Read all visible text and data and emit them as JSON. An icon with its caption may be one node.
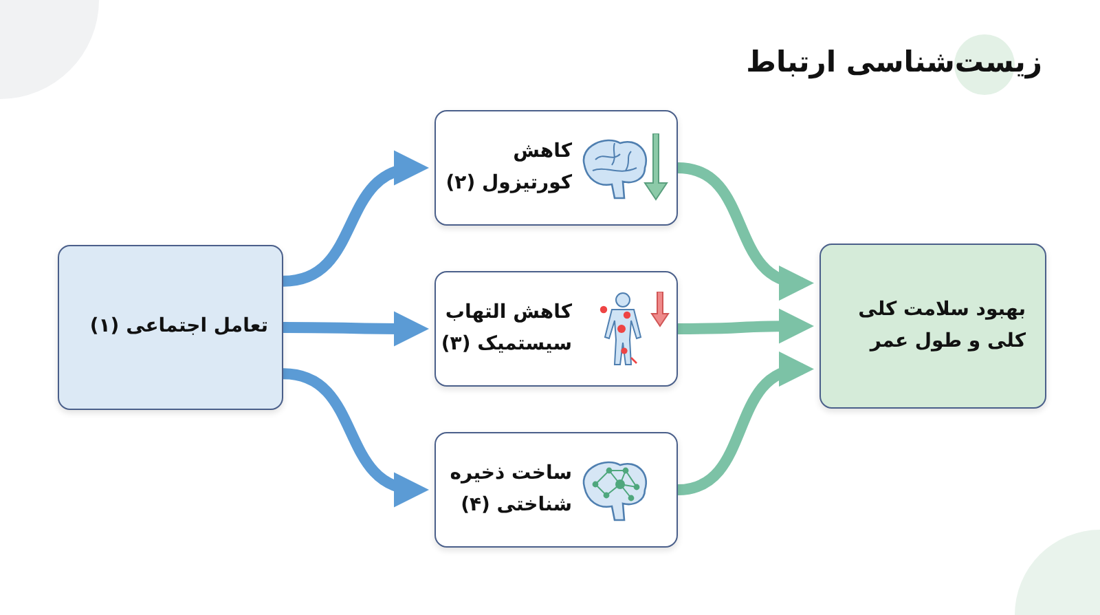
{
  "diagram": {
    "title": "زیست‌شناسی ارتباط",
    "nodes": [
      {
        "text": [
          "تعامل اجتماعی (۱)"
        ]
      },
      {
        "text": [
          "کاهش کورتیزول (۲)"
        ]
      },
      {
        "text": [
          "کاهش التهاب سیستمیک (۳)"
        ]
      },
      {
        "text": [
          "ساخت ذخیره شناختی (۴)"
        ]
      },
      {
        "text": [
          "بهبود سلامت کلی کلی و طول عمر"
        ]
      }
    ],
    "edges": [
      {
        "from": 0,
        "to": 1,
        "arrow": "to",
        "color": "#5b9bd5"
      },
      {
        "from": 0,
        "to": 2,
        "arrow": "to",
        "color": "#5b9bd5"
      },
      {
        "from": 0,
        "to": 3,
        "arrow": "to",
        "color": "#5b9bd5"
      },
      {
        "from": 1,
        "to": 4,
        "arrow": "to",
        "color": "#7cc2a6"
      },
      {
        "from": 2,
        "to": 4,
        "arrow": "to",
        "color": "#7cc2a6"
      },
      {
        "from": 3,
        "to": 4,
        "arrow": "to",
        "color": "#7cc2a6"
      }
    ]
  }
}
